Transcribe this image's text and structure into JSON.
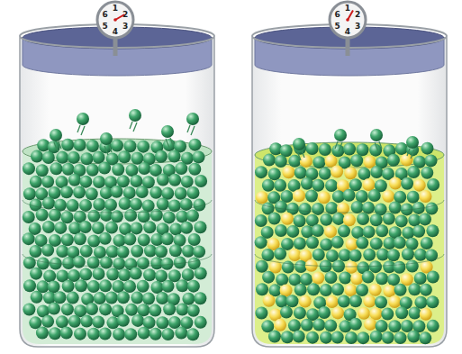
{
  "diagram": {
    "labels": [
      "1",
      "2",
      "3",
      "4",
      "5",
      "6",
      "1",
      "2",
      "3",
      "4",
      "5",
      "6"
    ]
  }
}
